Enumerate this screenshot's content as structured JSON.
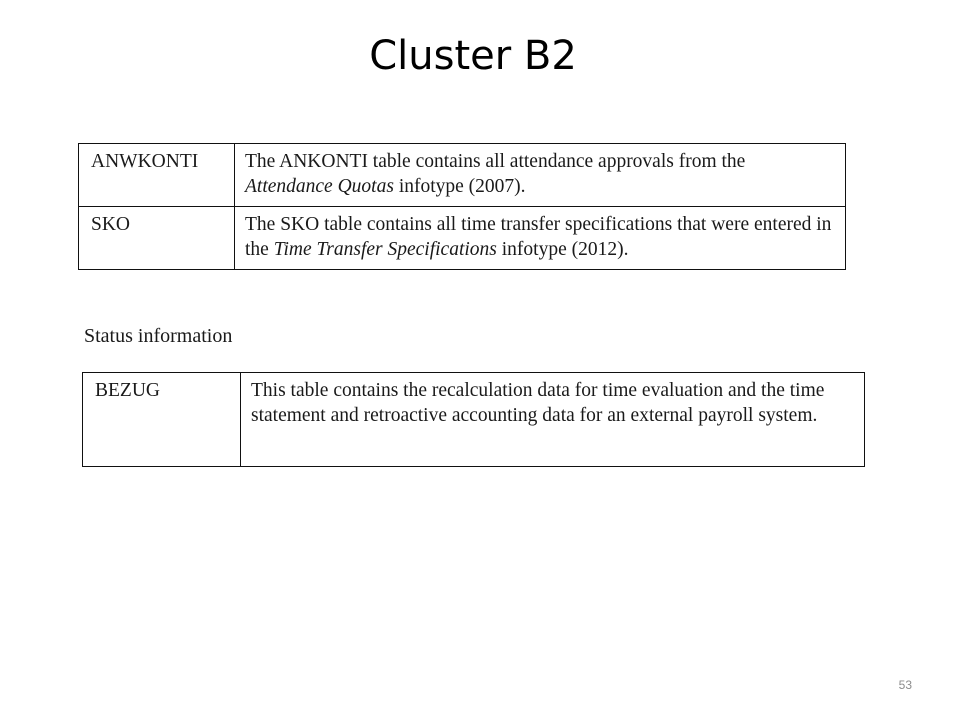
{
  "slide": {
    "title": "Cluster B2",
    "page_number": "53"
  },
  "table_1": {
    "rows": [
      {
        "key": "ANWKONTI",
        "desc_before": "The ANKONTI table contains all attendance approvals from the ",
        "desc_italic": "Attendance Quotas",
        "desc_after": " infotype (2007)."
      },
      {
        "key": "SKO",
        "desc_before": "The SKO table contains all time transfer specifications that were entered in the ",
        "desc_italic": "Time Transfer Specifications",
        "desc_after": " infotype (2012)."
      }
    ]
  },
  "status_section": {
    "heading": "Status information"
  },
  "table_2": {
    "rows": [
      {
        "key": "BEZUG",
        "desc": "This table contains the recalculation data for time evaluation and the time statement and retroactive accounting data for an external payroll system."
      }
    ]
  }
}
